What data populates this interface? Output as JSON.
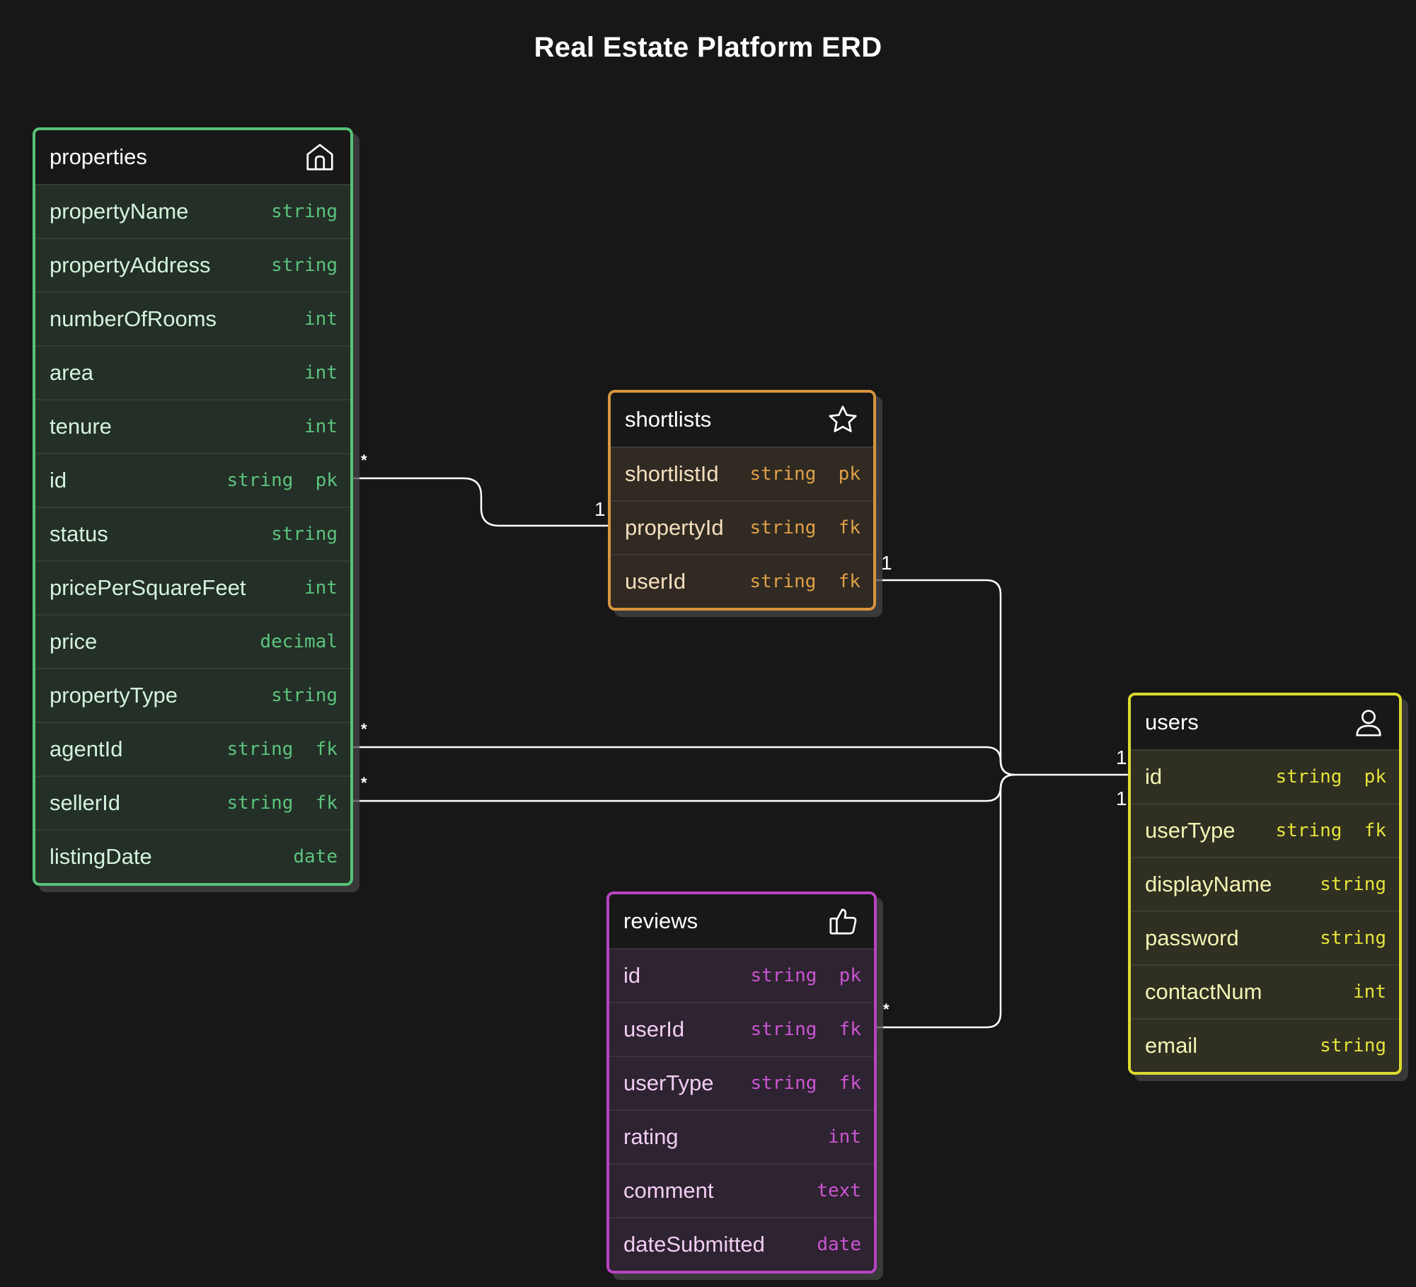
{
  "title": "Real Estate Platform ERD",
  "colors": {
    "background": "#171717",
    "properties": "#58c178",
    "shortlists": "#d7943f",
    "users": "#dcda2e",
    "reviews": "#b843c2",
    "link": "#ffffff"
  },
  "entities": {
    "properties": {
      "name": "properties",
      "icon": "home-icon",
      "fields": [
        {
          "name": "propertyName",
          "type": "string"
        },
        {
          "name": "propertyAddress",
          "type": "string"
        },
        {
          "name": "numberOfRooms",
          "type": "int"
        },
        {
          "name": "area",
          "type": "int"
        },
        {
          "name": "tenure",
          "type": "int"
        },
        {
          "name": "id",
          "type": "string  pk"
        },
        {
          "name": "status",
          "type": "string"
        },
        {
          "name": "pricePerSquareFeet",
          "type": "int"
        },
        {
          "name": "price",
          "type": "decimal"
        },
        {
          "name": "propertyType",
          "type": "string"
        },
        {
          "name": "agentId",
          "type": "string  fk"
        },
        {
          "name": "sellerId",
          "type": "string  fk"
        },
        {
          "name": "listingDate",
          "type": "date"
        }
      ]
    },
    "shortlists": {
      "name": "shortlists",
      "icon": "star-icon",
      "fields": [
        {
          "name": "shortlistId",
          "type": "string  pk"
        },
        {
          "name": "propertyId",
          "type": "string  fk"
        },
        {
          "name": "userId",
          "type": "string  fk"
        }
      ]
    },
    "users": {
      "name": "users",
      "icon": "user-icon",
      "fields": [
        {
          "name": "id",
          "type": "string  pk"
        },
        {
          "name": "userType",
          "type": "string  fk"
        },
        {
          "name": "displayName",
          "type": "string"
        },
        {
          "name": "password",
          "type": "string"
        },
        {
          "name": "contactNum",
          "type": "int"
        },
        {
          "name": "email",
          "type": "string"
        }
      ]
    },
    "reviews": {
      "name": "reviews",
      "icon": "thumbs-up-icon",
      "fields": [
        {
          "name": "id",
          "type": "string  pk"
        },
        {
          "name": "userId",
          "type": "string  fk"
        },
        {
          "name": "userType",
          "type": "string  fk"
        },
        {
          "name": "rating",
          "type": "int"
        },
        {
          "name": "comment",
          "type": "text"
        },
        {
          "name": "dateSubmitted",
          "type": "date"
        }
      ]
    }
  },
  "relationships": [
    {
      "from": "properties.id",
      "to": "shortlists.propertyId",
      "from_card": "*",
      "to_card": "1"
    },
    {
      "from": "shortlists.userId",
      "to": "users.id",
      "from_card": "1",
      "to_card": "1"
    },
    {
      "from": "properties.agentId",
      "to": "users.id",
      "from_card": "*",
      "to_card": "1"
    },
    {
      "from": "properties.sellerId",
      "to": "users.id",
      "from_card": "*",
      "to_card": "1"
    },
    {
      "from": "reviews.userId",
      "to": "users.id",
      "from_card": "*",
      "to_card": "1"
    }
  ]
}
